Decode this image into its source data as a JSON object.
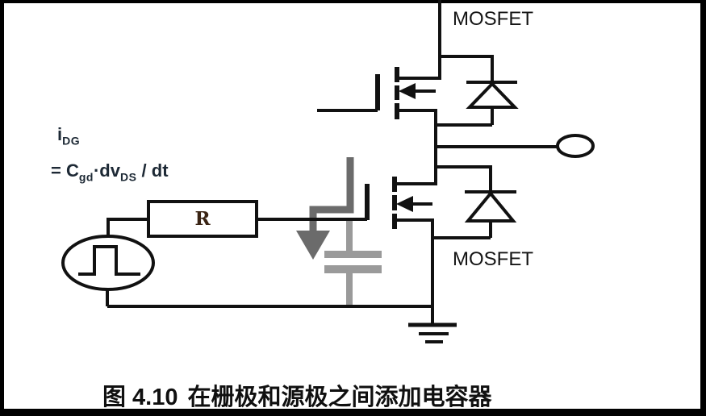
{
  "figure": {
    "labels": {
      "mosfet_top": "MOSFET",
      "mosfet_bottom": "MOSFET",
      "resistor": "R"
    },
    "formula": {
      "line1_main": "i",
      "line1_sub": "DG",
      "line2_part1": "= C",
      "line2_sub1": "gd",
      "line2_part2": "·dv",
      "line2_sub2": "DS",
      "line2_part3": " / dt"
    },
    "caption": {
      "figure_number": "图 4.10",
      "title": "在栅极和源极之间添加电容器"
    },
    "components": [
      "top-mosfet-symbol",
      "top-body-diode",
      "bottom-mosfet-symbol",
      "bottom-body-diode",
      "gate-resistor-box",
      "pulse-source-symbol",
      "gate-source-capacitor",
      "induced-current-arrow",
      "output-terminal",
      "ground-symbol"
    ],
    "colors": {
      "wire": "#111111",
      "frame": "#000000",
      "background": "#ffffff",
      "current_arrow_gray": "#6b6b6b",
      "capacitor_gray": "#9a9a9a",
      "formula_text": "#1d2935",
      "resistor_label": "#3a2414",
      "caption_text": "#101010"
    }
  }
}
